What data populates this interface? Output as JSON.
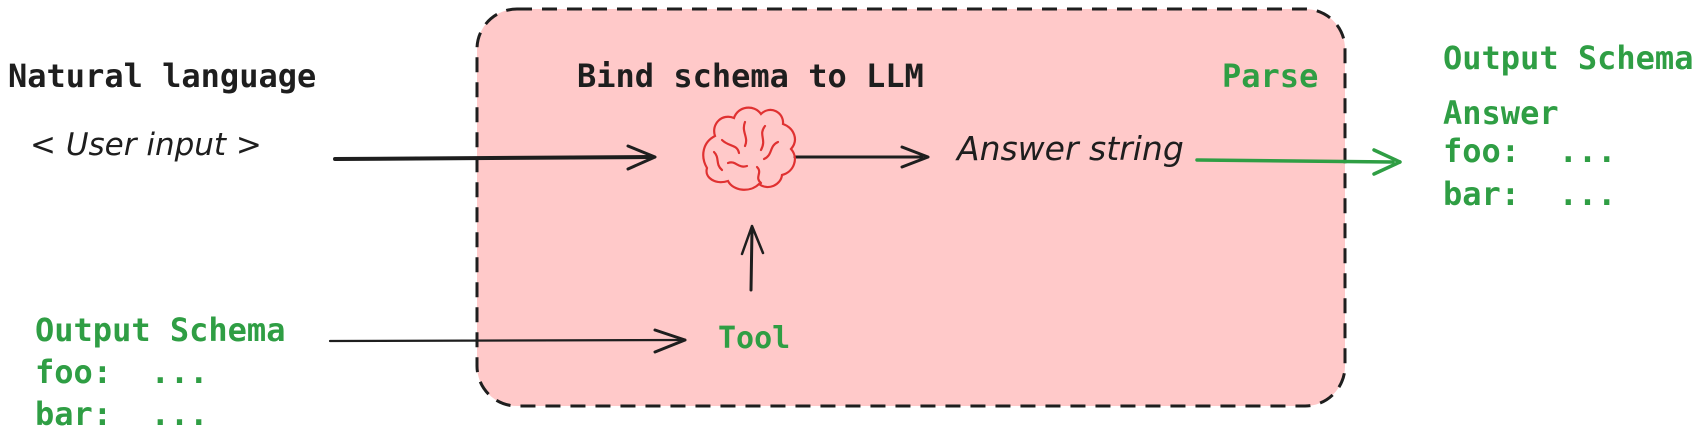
{
  "colors": {
    "box_fill": "#ffc9c9",
    "ink": "#1e1e1e",
    "green": "#2f9e44",
    "brain_red": "#e03131"
  },
  "icons": {
    "brain": "brain-icon"
  },
  "left_column": {
    "natural_language_label": "Natural language",
    "user_input_label": "< User input >",
    "output_schema": {
      "title": "Output Schema",
      "foo_line": "foo:  ...",
      "bar_line": "bar:  ..."
    }
  },
  "llm_box": {
    "title": "Bind schema to LLM",
    "parse_label": "Parse",
    "answer_string_label": "Answer string",
    "tool_label": "Tool"
  },
  "right_column": {
    "output_schema": {
      "title": "Output Schema",
      "answer_line": "Answer",
      "foo_line": "foo:  ...",
      "bar_line": "bar:  ..."
    }
  }
}
